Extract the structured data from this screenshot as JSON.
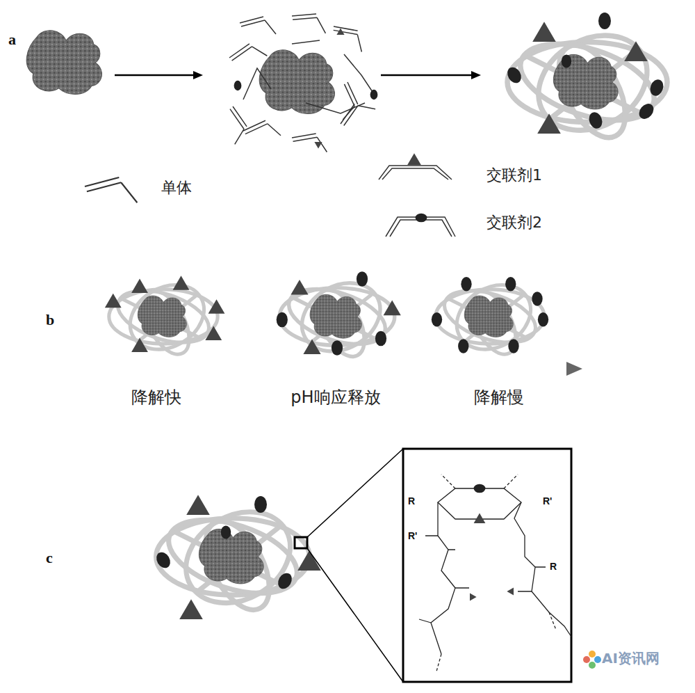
{
  "diagram": {
    "labels": [
      "a",
      "b",
      "c",
      "降解快",
      "pH响应释放",
      "降解慢",
      "R",
      "R'",
      "R'",
      "R",
      "AI资讯网"
    ],
    "legend": [
      {
        "text": "单体"
      },
      {
        "text": "交联剂1"
      },
      {
        "text": "交联剂2"
      }
    ]
  }
}
